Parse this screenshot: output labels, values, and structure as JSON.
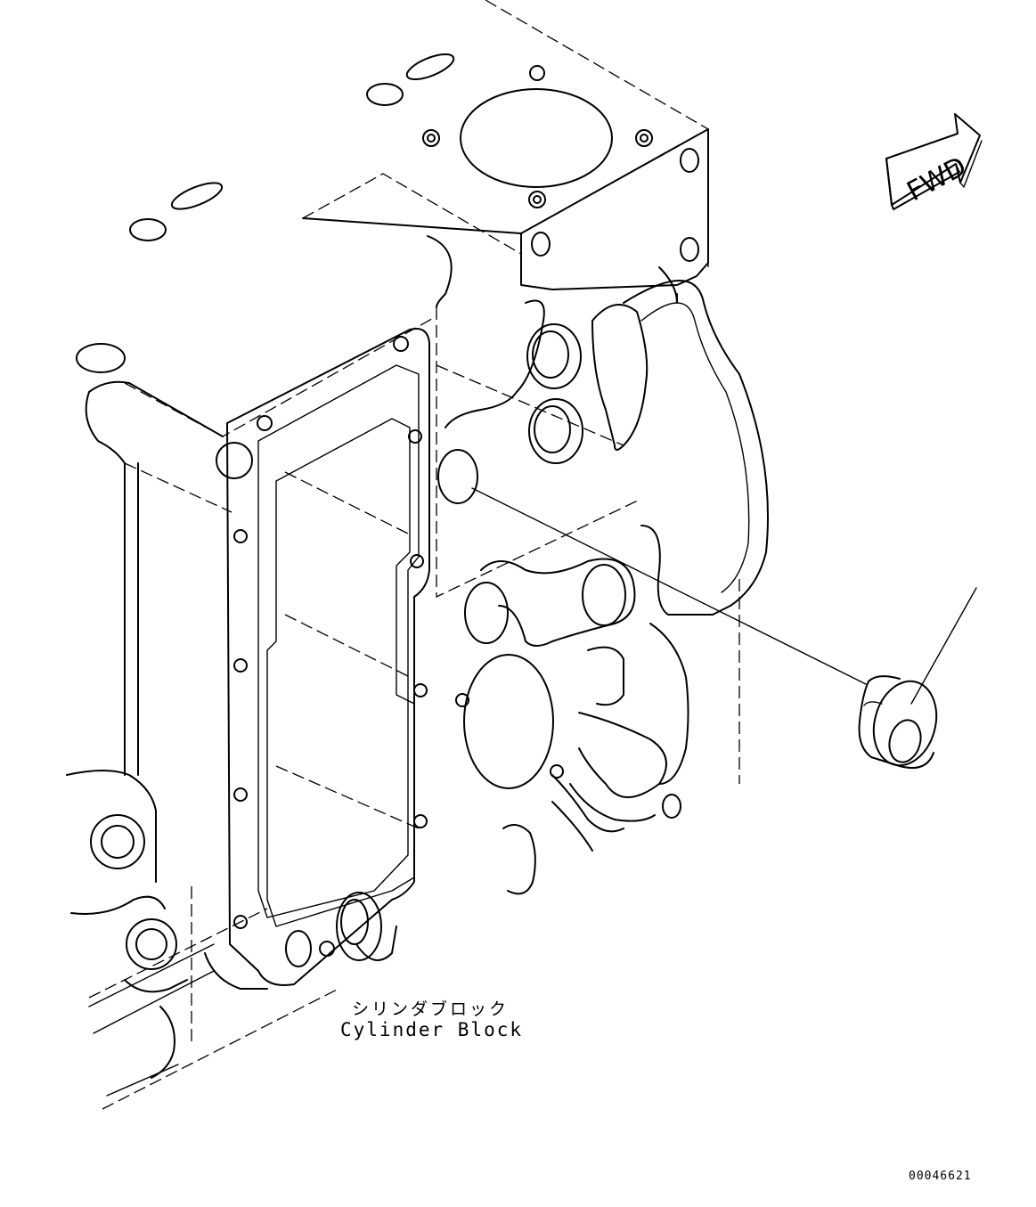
{
  "fwd_indicator": {
    "text": "FWD",
    "icon": "forward-arrow-icon"
  },
  "part_label": {
    "japanese": "シリンダブロック",
    "english": "Cylinder Block"
  },
  "drawing_number": "00046621"
}
